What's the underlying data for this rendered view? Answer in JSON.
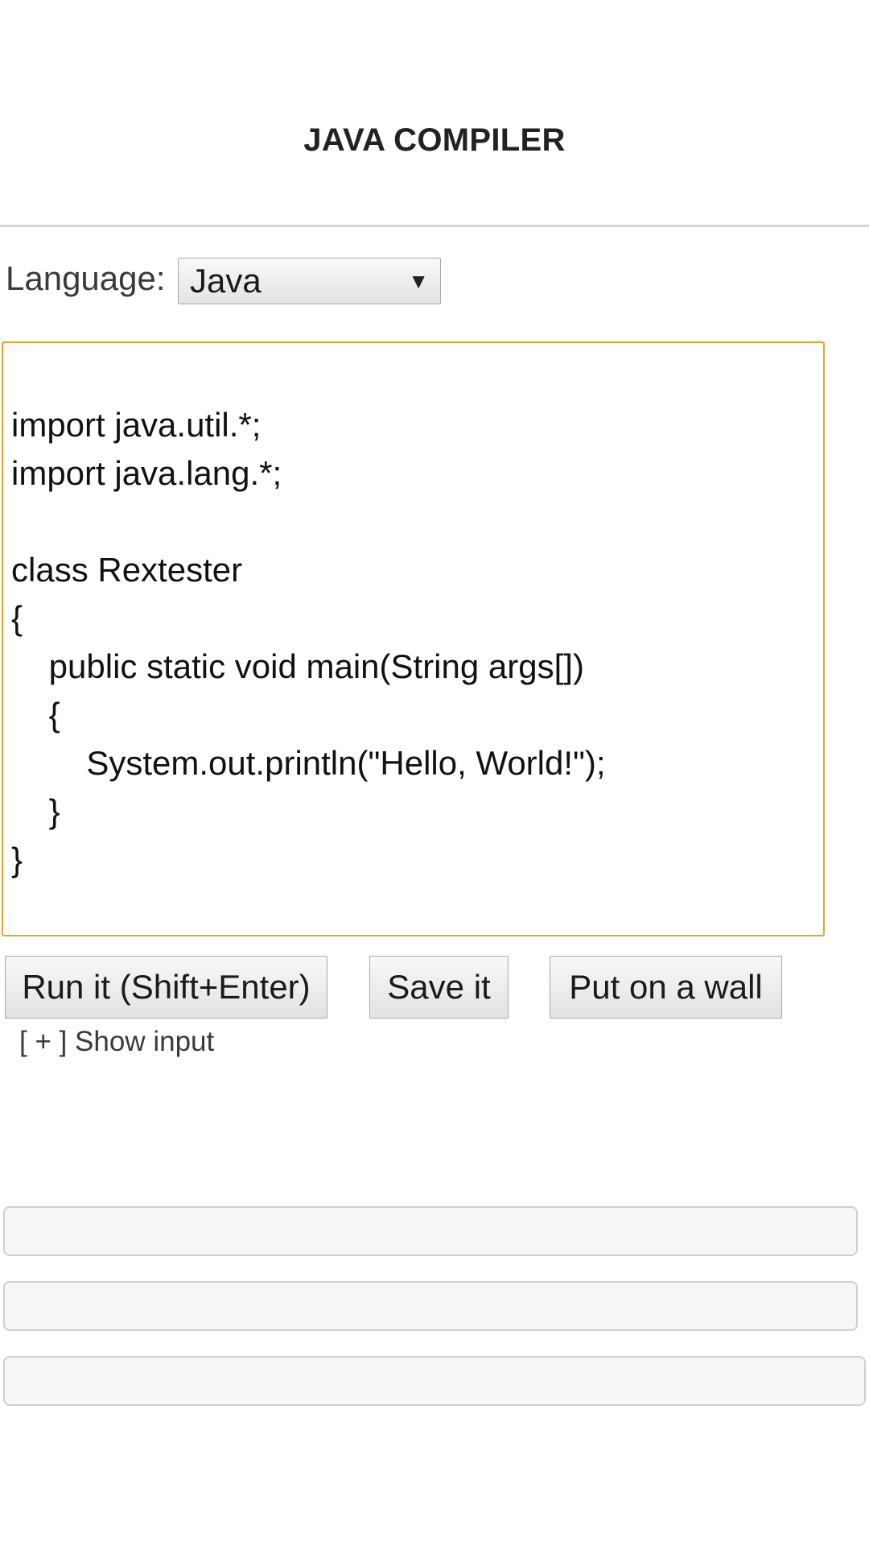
{
  "header": {
    "title": "JAVA COMPILER"
  },
  "language": {
    "label": "Language:",
    "selected": "Java"
  },
  "editor": {
    "lines": [
      "import java.util.*;",
      "import java.lang.*;",
      "",
      "class Rextester",
      "{",
      "    public static void main(String args[])",
      "    {",
      "        System.out.println(\"Hello, World!\");",
      "    }",
      "}"
    ]
  },
  "actions": {
    "run_label": "Run it (Shift+Enter)",
    "save_label": "Save it",
    "wall_label": "Put on a wall",
    "show_input_label": "[ + ] Show input"
  },
  "colors": {
    "editor_border": "#e6a42a",
    "header_divider": "#d6d6d6",
    "output_box_border": "#cfcfcf"
  },
  "icons": {
    "dropdown": "triangle-down-icon"
  }
}
